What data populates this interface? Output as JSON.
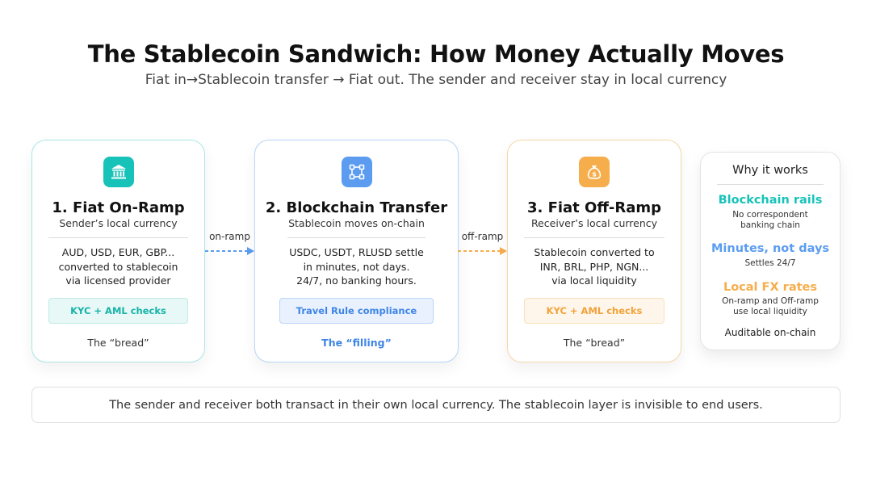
{
  "title": "The Stablecoin Sandwich: How Money Actually Moves",
  "subtitle": "Fiat in→Stablecoin transfer → Fiat out. The sender and receiver stay in local currency",
  "colors": {
    "teal": "#17c3b8",
    "blue": "#5b9cf0",
    "orange": "#f6ad4b"
  },
  "cards": [
    {
      "icon": "bank-icon",
      "title": "1. Fiat On-Ramp",
      "subtitle": "Sender’s local currency",
      "body": [
        "AUD, USD, EUR, GBP...",
        "converted to stablecoin",
        "via licensed provider"
      ],
      "check": "KYC + AML checks",
      "footer": "The “bread”"
    },
    {
      "icon": "network-nodes-icon",
      "title": "2. Blockchain Transfer",
      "subtitle": "Stablecoin moves on-chain",
      "body": [
        "USDC, USDT, RLUSD settle",
        "in minutes, not days.",
        "24/7, no banking hours."
      ],
      "check": "Travel Rule compliance",
      "footer": "The “filling”"
    },
    {
      "icon": "money-bag-icon",
      "title": "3. Fiat Off-Ramp",
      "subtitle": "Receiver’s local currency",
      "body": [
        "Stablecoin converted to",
        "INR, BRL, PHP, NGN...",
        "via local liquidity"
      ],
      "check": "KYC + AML checks",
      "footer": "The “bread”"
    }
  ],
  "arrows": {
    "first": "on-ramp",
    "second": "off-ramp"
  },
  "why": {
    "title": "Why it works",
    "items": [
      {
        "heading": "Blockchain rails",
        "desc": [
          "No correspondent",
          "banking chain"
        ]
      },
      {
        "heading": "Minutes, not days",
        "desc": [
          "Settles 24/7"
        ]
      },
      {
        "heading": "Local FX rates",
        "desc": [
          "On-ramp and Off-ramp",
          "use local liquidity"
        ]
      }
    ],
    "footer": "Auditable on-chain"
  },
  "bottom_note": "The sender and receiver both transact in their own local currency. The stablecoin layer is invisible to end users."
}
